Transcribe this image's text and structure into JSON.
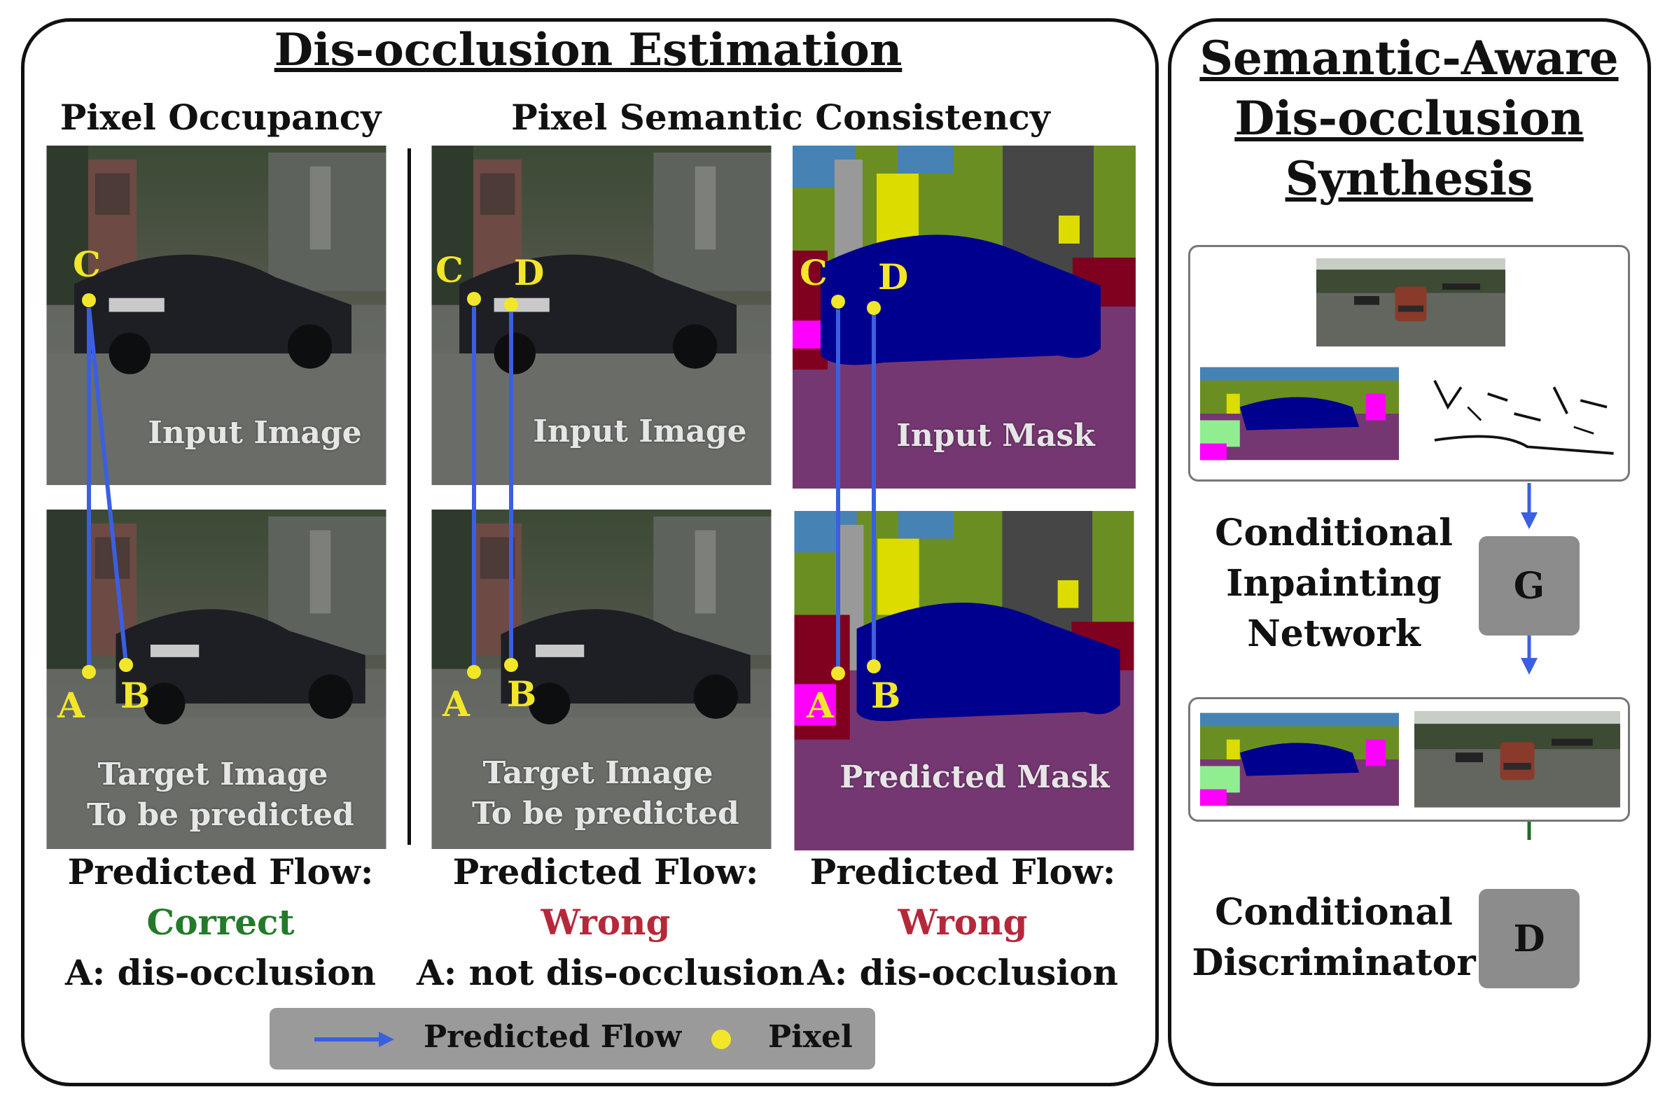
{
  "left_panel": {
    "title": "Dis-occlusion Estimation",
    "subtitles": [
      "Pixel Occupancy",
      "Pixel Semantic Consistency"
    ]
  },
  "columns": [
    {
      "top_label": "Input Image",
      "bottom_label_lines": [
        "Target Image",
        "To be predicted"
      ],
      "top_points": [
        "C"
      ],
      "bottom_points": [
        "A",
        "B"
      ],
      "caption_line1": "Predicted Flow:",
      "verdict": "Correct",
      "verdict_color": "#237a2a",
      "caption_line3": "A: dis-occlusion"
    },
    {
      "top_label": "Input Image",
      "bottom_label_lines": [
        "Target Image",
        "To be predicted"
      ],
      "top_points": [
        "C",
        "D"
      ],
      "bottom_points": [
        "A",
        "B"
      ],
      "caption_line1": "Predicted Flow:",
      "verdict": "Wrong",
      "verdict_color": "#b5283a",
      "caption_line3": "A: not dis-occlusion"
    },
    {
      "top_label": "Input Mask",
      "bottom_label_lines": [
        "Predicted Mask"
      ],
      "top_points": [
        "C",
        "D"
      ],
      "bottom_points": [
        "A",
        "B"
      ],
      "caption_line1": "Predicted Flow:",
      "verdict": "Wrong",
      "verdict_color": "#b5283a",
      "caption_line3": "A: dis-occlusion"
    }
  ],
  "legend": {
    "flow_label": "Predicted Flow",
    "pixel_label": "Pixel",
    "flow_color": "#3b5fe0",
    "pixel_color": "#f2e62a"
  },
  "right_panel": {
    "title_lines": [
      "Semantic-Aware",
      "Dis-occlusion",
      "Synthesis"
    ],
    "generator_label_lines": [
      "Conditional",
      "Inpainting",
      "Network"
    ],
    "generator_node": "G",
    "discriminator_label_lines": [
      "Conditional",
      "Discriminator"
    ],
    "discriminator_node": "D",
    "arrow_color_blue": "#3b5fe0",
    "arrow_color_green": "#1f6e25"
  }
}
